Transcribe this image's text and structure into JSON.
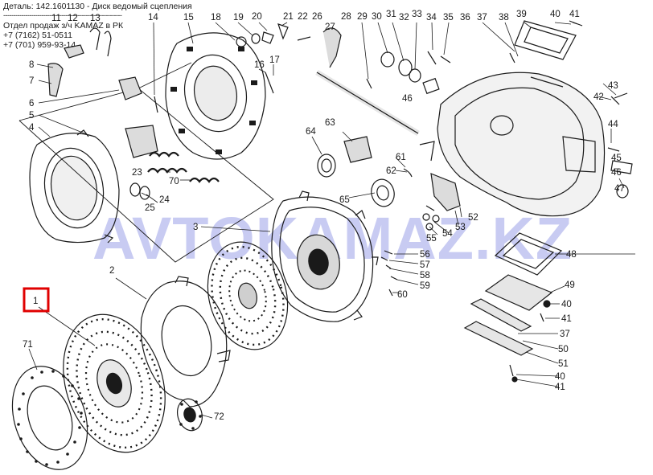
{
  "header": {
    "detail": "Деталь: 142.1601130 - Диск ведомый сцепления",
    "separator": "-----------------------------------------------------------",
    "sales_dept": "Отдел продаж з/ч KAMAZ в РК",
    "phone1": "+7 (7162) 51-0511",
    "phone2": "+7 (701) 959-93-14"
  },
  "watermark": "AVTOKAMAZ.KZ",
  "colors": {
    "line": "#1a1a1a",
    "highlight": "#e00000",
    "watermark": "#9aa0e8"
  },
  "callouts": {
    "n1": "1",
    "n2": "2",
    "n3": "3",
    "n4": "4",
    "n5": "5",
    "n6": "6",
    "n7": "7",
    "n8": "8",
    "n11": "11",
    "n12": "12",
    "n13": "13",
    "n14": "14",
    "n15": "15",
    "n16": "16",
    "n17": "17",
    "n18": "18",
    "n19": "19",
    "n20": "20",
    "n21": "21",
    "n22": "22",
    "n23": "23",
    "n24": "24",
    "n25": "25",
    "n26": "26",
    "n27": "27",
    "n28": "28",
    "n29": "29",
    "n30": "30",
    "n31": "31",
    "n32": "32",
    "n33": "33",
    "n34": "34",
    "n35": "35",
    "n36": "36",
    "n37": "37",
    "n38": "38",
    "n39": "39",
    "n40": "40",
    "n41": "41",
    "n42": "42",
    "n43": "43",
    "n44": "44",
    "n45": "45",
    "n46": "46",
    "n47": "47",
    "n48": "48",
    "n49": "49",
    "n50": "50",
    "n51": "51",
    "n52": "52",
    "n53": "53",
    "n54": "54",
    "n55": "55",
    "n56": "56",
    "n57": "57",
    "n58": "58",
    "n59": "59",
    "n60": "60",
    "n61": "61",
    "n62": "62",
    "n63": "63",
    "n64": "64",
    "n65": "65",
    "n70": "70",
    "n71": "71",
    "n72": "72"
  }
}
